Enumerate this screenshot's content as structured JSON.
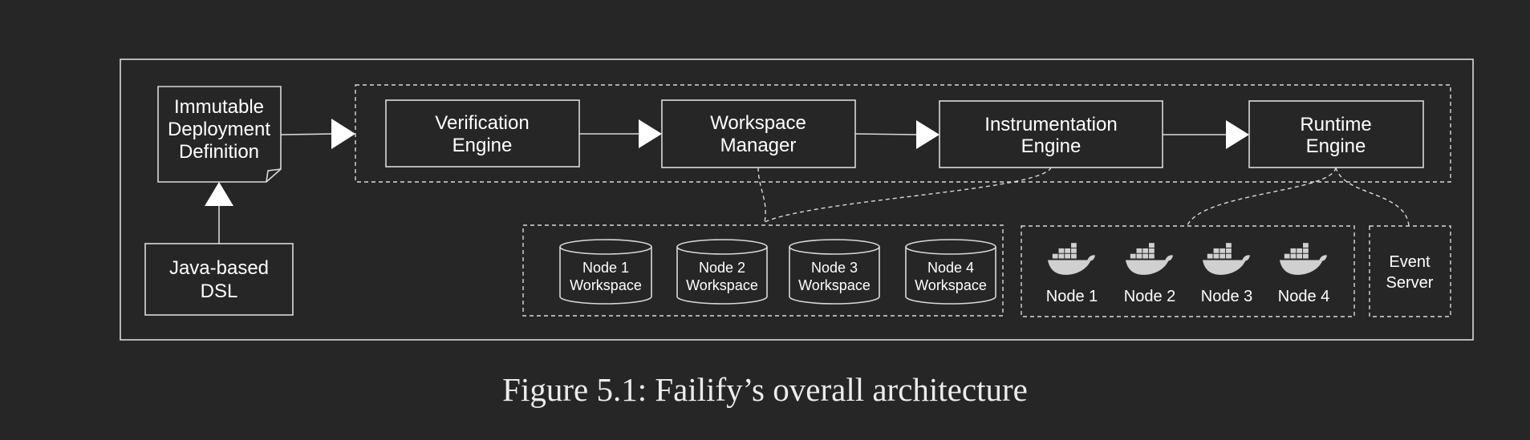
{
  "diagram": {
    "dsl": {
      "line1": "Java-based",
      "line2": "DSL"
    },
    "definition": {
      "line1": "Immutable",
      "line2": "Deployment",
      "line3": "Definition"
    },
    "engines": [
      {
        "line1": "Verification",
        "line2": "Engine"
      },
      {
        "line1": "Workspace",
        "line2": "Manager"
      },
      {
        "line1": "Instrumentation",
        "line2": "Engine"
      },
      {
        "line1": "Runtime",
        "line2": "Engine"
      }
    ],
    "workspaces": [
      {
        "line1": "Node 1",
        "line2": "Workspace"
      },
      {
        "line1": "Node 2",
        "line2": "Workspace"
      },
      {
        "line1": "Node 3",
        "line2": "Workspace"
      },
      {
        "line1": "Node 4",
        "line2": "Workspace"
      }
    ],
    "nodes": [
      {
        "label": "Node 1",
        "icon": "docker-whale-icon"
      },
      {
        "label": "Node 2",
        "icon": "docker-whale-icon"
      },
      {
        "label": "Node 3",
        "icon": "docker-whale-icon"
      },
      {
        "label": "Node 4",
        "icon": "docker-whale-icon"
      }
    ],
    "event_server": {
      "line1": "Event",
      "line2": "Server"
    }
  },
  "caption": "Figure 5.1: Failify’s overall architecture"
}
